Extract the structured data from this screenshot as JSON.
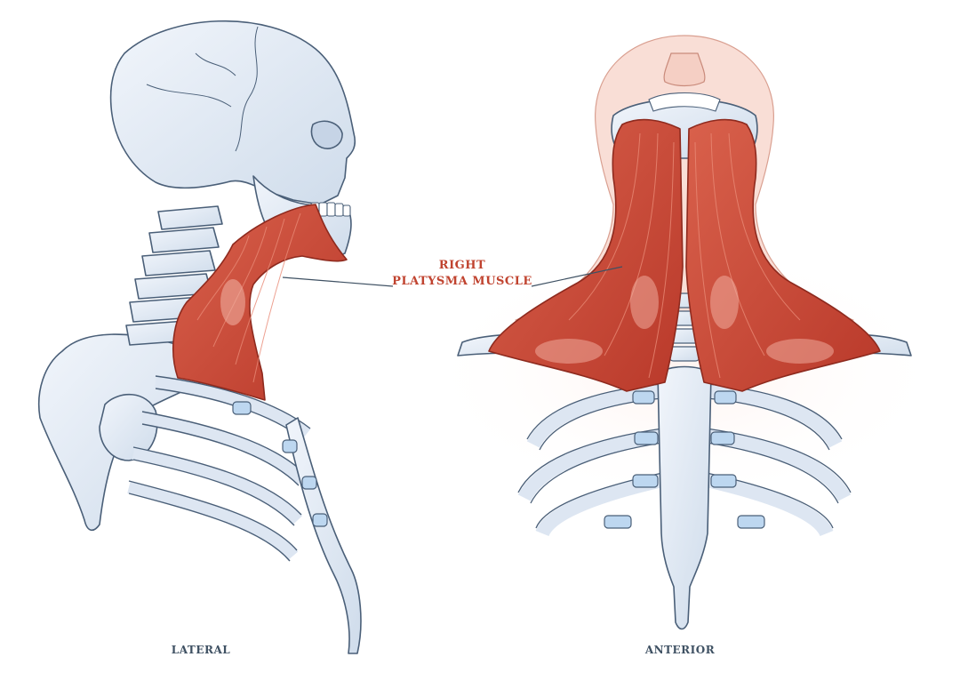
{
  "labels": {
    "muscle_line1": "RIGHT",
    "muscle_line2": "PLATYSMA MUSCLE",
    "lateral": "LATERAL",
    "anterior": "ANTERIOR"
  },
  "colors": {
    "bone_fill": "#e3ebf6",
    "bone_stroke": "#4a5f78",
    "muscle_fill": "#cf4e3c",
    "muscle_stroke": "#8e2a1e",
    "cartilage": "#bdd7f0",
    "skin": "#f9ded6",
    "label_red": "#c0432f",
    "label_dark": "#3f5163"
  }
}
